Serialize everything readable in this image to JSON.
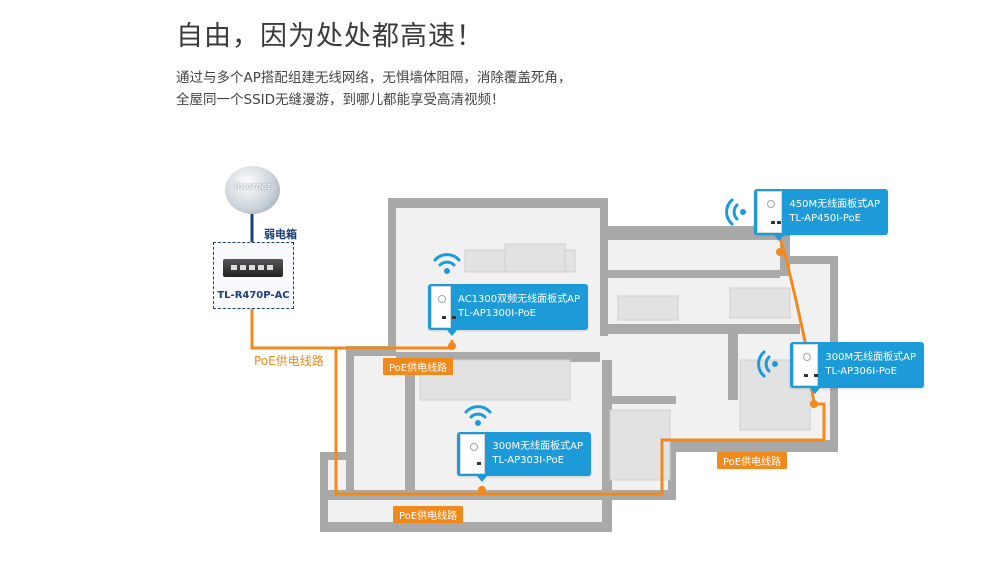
{
  "header": {
    "title": "自由，因为处处都高速！",
    "desc_line1": "通过与多个AP搭配组建无线网络，无惧墙体阻隔，消除覆盖死角，",
    "desc_line2": "全屋同一个SSID无缝漫游，到哪儿都能享受高清视频！"
  },
  "network": {
    "internet_label": "Internet",
    "weak_box_label": "弱电箱",
    "router_model": "TL-R470P-AC",
    "poe_main_label": "PoE供电线路"
  },
  "poe_tags": [
    "PoE供电线路",
    "PoE供电线路",
    "PoE供电线路"
  ],
  "aps": [
    {
      "name": "AC1300双频无线面板式AP",
      "model": "TL-AP1300I-PoE"
    },
    {
      "name": "300M无线面板式AP",
      "model": "TL-AP303I-PoE"
    },
    {
      "name": "450M无线面板式AP",
      "model": "TL-AP450I-PoE"
    },
    {
      "name": "300M无线面板式AP",
      "model": "TL-AP306I-PoE"
    }
  ],
  "colors": {
    "accent_blue": "#1d9bd8",
    "poe_orange": "#f08a1d",
    "dark_navy": "#1b3f7a",
    "wall_gray": "#a9a9a9"
  }
}
